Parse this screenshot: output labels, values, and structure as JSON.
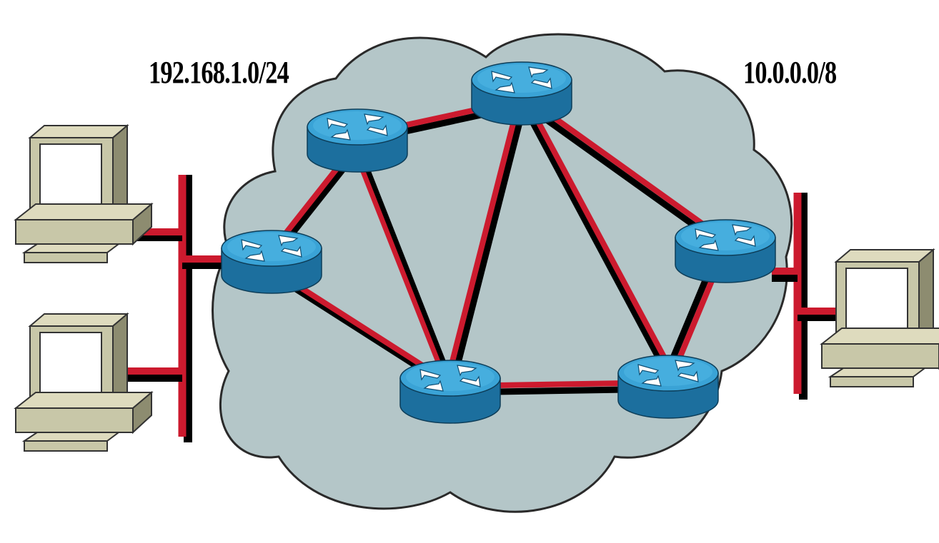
{
  "networks": {
    "left": {
      "address": "192.168.1.0/24"
    },
    "right": {
      "address": "10.0.0.0/8"
    }
  },
  "colors": {
    "link": "#cc1a2e",
    "shadow": "#000000",
    "cloud_fill": "#b4c6c8",
    "cloud_stroke": "#2a2a2a",
    "router_top": "#3aa3d6",
    "router_side": "#1c6f9e",
    "computer_body": "#c8c7a8"
  },
  "icons": {
    "router": "router-icon",
    "computer": "computer-icon",
    "cloud": "cloud-shape"
  },
  "topology": {
    "routers": [
      "r-left",
      "r-topleft",
      "r-top",
      "r-right",
      "r-bottom",
      "r-bottomright"
    ],
    "links": [
      [
        "r-left",
        "r-topleft"
      ],
      [
        "r-topleft",
        "r-top"
      ],
      [
        "r-topleft",
        "r-bottom"
      ],
      [
        "r-left",
        "r-bottom"
      ],
      [
        "r-top",
        "r-bottom"
      ],
      [
        "r-top",
        "r-bottomright"
      ],
      [
        "r-top",
        "r-right"
      ],
      [
        "r-right",
        "r-bottomright"
      ],
      [
        "r-bottom",
        "r-bottomright"
      ]
    ]
  }
}
